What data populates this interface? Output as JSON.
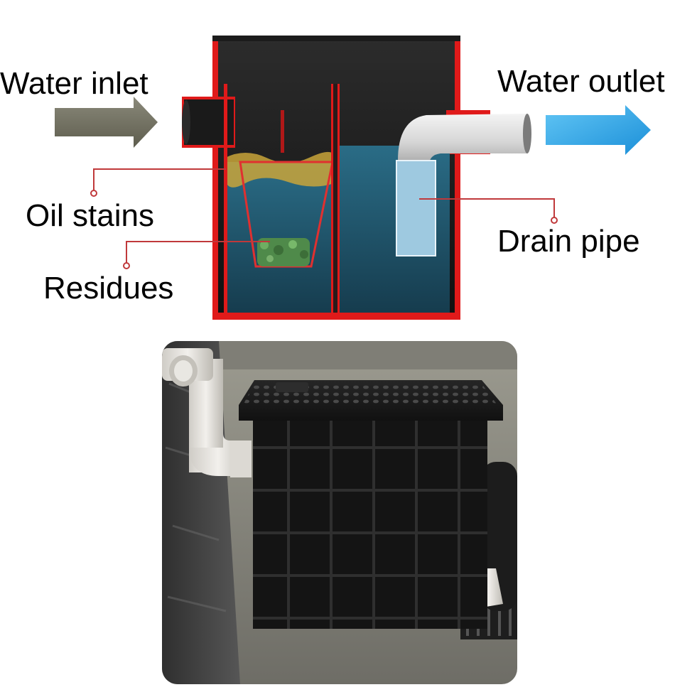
{
  "diagram": {
    "labels": {
      "water_inlet": "Water inlet",
      "water_outlet": "Water outlet",
      "oil_stains": "Oil stains",
      "residues": "Residues",
      "drain_pipe": "Drain pipe"
    },
    "colors": {
      "tank_body": "#1a1a1a",
      "tank_border": "#e01a1a",
      "water": "#1e4f66",
      "oil": "#c9a43a",
      "residue": "#4f8a4a",
      "inlet_arrow": "#6f6e5d",
      "outlet_arrow": "#2aa3e6",
      "drain_pipe": "#9ec9e0",
      "leader_line": "#c0393b"
    }
  },
  "photo": {
    "subject_icon": "grease-trap-photo",
    "colors": {
      "ground": "#8a8a82",
      "wall": "#3e3e3e",
      "trap_body": "#161616",
      "pvc_pipe": "#e8e6e1"
    }
  }
}
